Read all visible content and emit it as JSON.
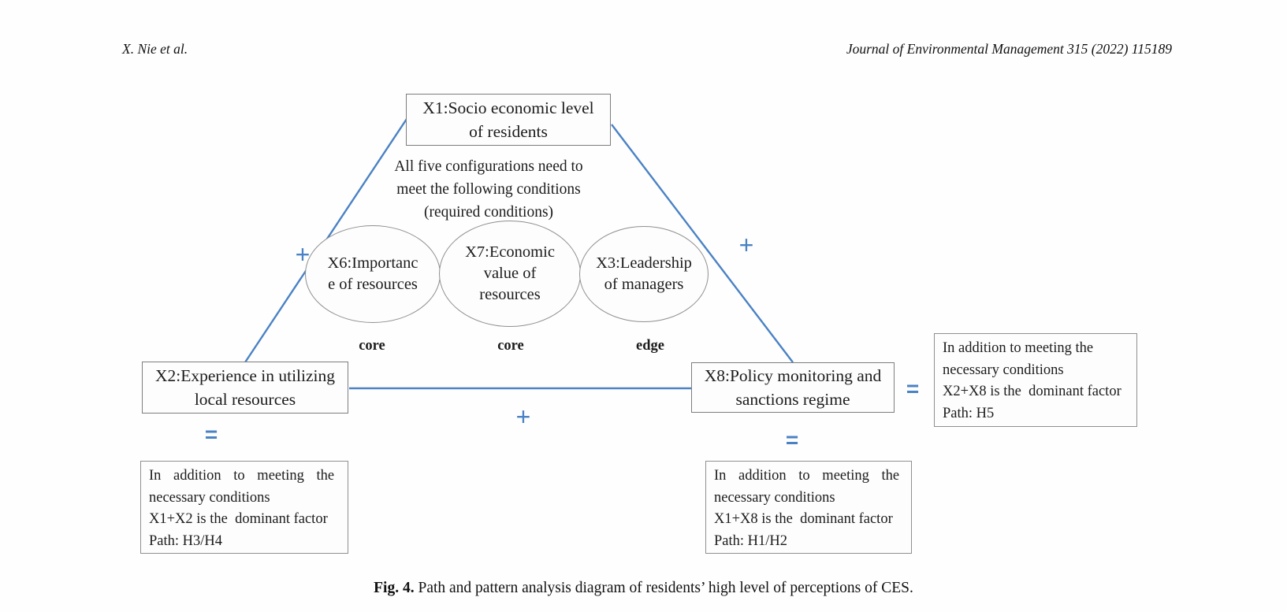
{
  "page": {
    "author_header": "X. Nie et al.",
    "journal_header": "Journal of Environmental Management 315 (2022) 115189",
    "caption": {
      "label": "Fig. 4.",
      "text": "Path and pattern analysis diagram of residents’ high level of perceptions of CES."
    }
  },
  "diagram": {
    "colors": {
      "accent_blue": "#4a82c4",
      "box_border_gray": "#7d7d7d"
    },
    "symbols": {
      "plus": "+",
      "equals": "="
    },
    "conditions_note": {
      "lines": [
        "All five configurations need to",
        "meet the following conditions",
        "(required conditions)"
      ]
    },
    "nodes": {
      "x1": {
        "lines": [
          "X1:Socio economic level",
          "of residents"
        ]
      },
      "x2": {
        "lines": [
          "X2:Experience in utilizing",
          "local resources"
        ]
      },
      "x8": {
        "lines": [
          "X8:Policy monitoring and",
          "sanctions regime"
        ]
      },
      "x6": {
        "lines": [
          "X6:Importanc",
          "e of resources"
        ],
        "tag": "core"
      },
      "x7": {
        "lines": [
          "X7:Economic",
          "value of",
          "resources"
        ],
        "tag": "core"
      },
      "x3": {
        "lines": [
          "X3:Leadership",
          "of managers"
        ],
        "tag": "edge"
      }
    },
    "notes": {
      "x2x8": {
        "lines": [
          "In addition to meeting the",
          "necessary conditions",
          "X2+X8 is the  dominant factor",
          "Path: H5"
        ]
      },
      "x1x2": {
        "lines": [
          "In addition to meeting the",
          "necessary conditions",
          "X1+X2 is the  dominant factor",
          "Path: H3/H4"
        ]
      },
      "x1x8": {
        "lines": [
          "In addition to meeting the",
          "necessary conditions",
          "X1+X8 is the  dominant factor",
          "Path: H1/H2"
        ]
      }
    }
  }
}
